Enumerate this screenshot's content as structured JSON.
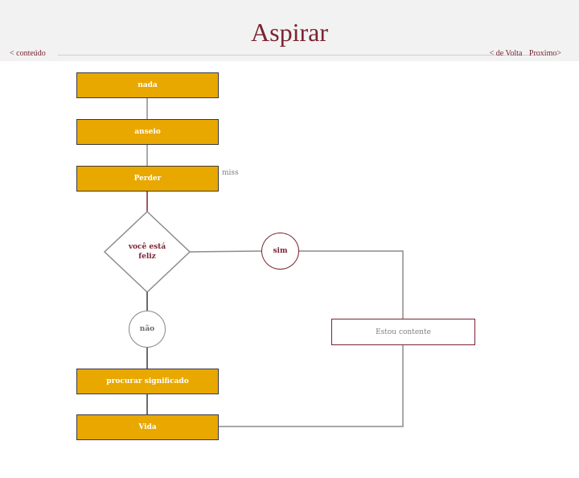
{
  "header": {
    "title": "Aspirar",
    "nav_contents": "< conteúdo",
    "nav_back": "< de Volta",
    "nav_next": "Proximo>"
  },
  "diagram": {
    "nodes": {
      "nada": "nada",
      "anseio": "anseio",
      "perder": "Perder",
      "decision": "você está feliz",
      "sim": "sim",
      "nao": "não",
      "procurar": "procurar significado",
      "vida": "Vida",
      "contente": "Estou contente"
    },
    "annotations": {
      "miss": "miss"
    }
  },
  "colors": {
    "accent": "#7a2432",
    "box_fill": "#e8a800",
    "line": "#8c8c8c",
    "header_bg": "#f2f2f2"
  }
}
